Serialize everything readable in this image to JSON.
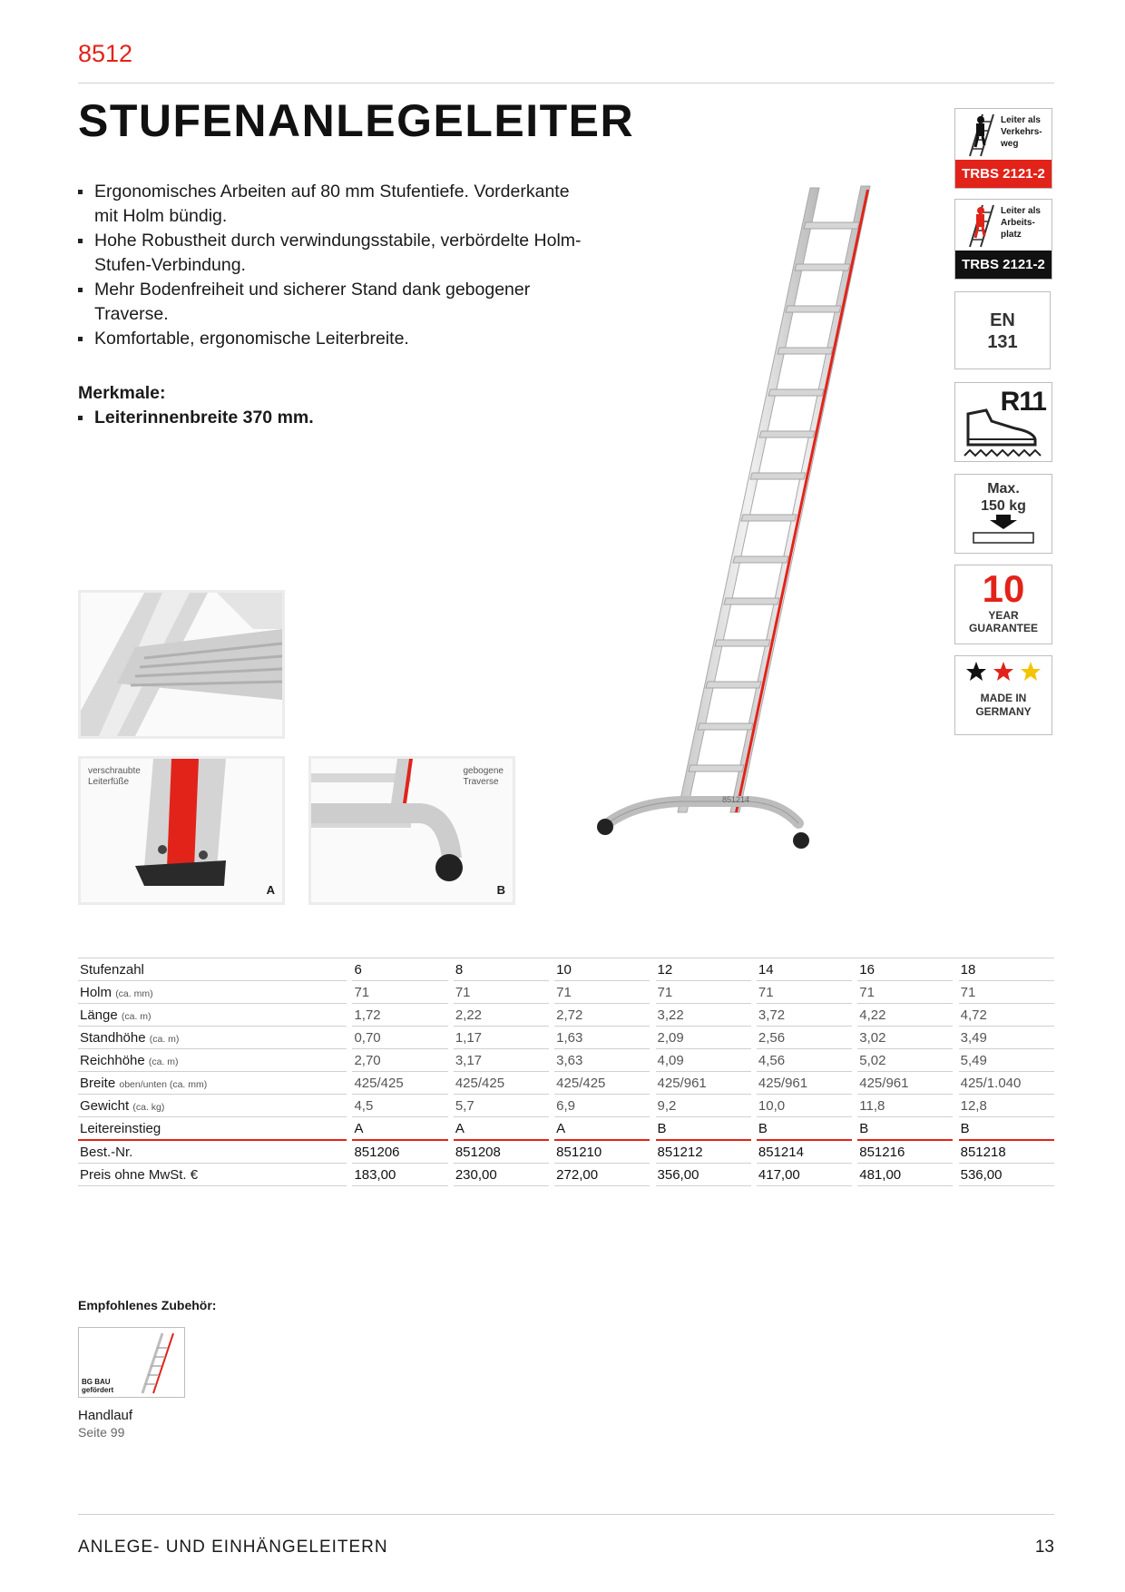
{
  "header": {
    "model": "8512",
    "title": "STUFENANLEGELEITER"
  },
  "features": [
    "Ergonomisches Arbeiten auf 80 mm Stufentiefe. Vorderkante mit Holm bündig.",
    "Hohe Robustheit durch verwindungsstabile, verbördelte Holm-Stufen-Verbindung.",
    "Mehr Bodenfreiheit und sicherer Stand dank gebogener Traverse.",
    "Komfortable, ergonomische Leiterbreite."
  ],
  "merkmale": {
    "heading": "Merkmale:",
    "items": [
      "Leiterinnenbreite 370 mm."
    ]
  },
  "photos": {
    "a_caption": "verschraubte\nLeiterfüße",
    "a_letter": "A",
    "b_caption": "gebogene\nTraverse",
    "b_letter": "B",
    "ladder_code": "851214"
  },
  "badges": {
    "trbs1_text": "Leiter als\nVerkehrs-\nweg",
    "trbs1_label": "TRBS 2121-2",
    "trbs2_text": "Leiter als\nArbeits-\nplatz",
    "trbs2_label": "TRBS 2121-2",
    "en_line1": "EN",
    "en_line2": "131",
    "r11": "R11",
    "max_line1": "Max.",
    "max_line2": "150 kg",
    "guarantee_num": "10",
    "guarantee_line1": "YEAR",
    "guarantee_line2": "GUARANTEE",
    "made_line1": "MADE IN",
    "made_line2": "GERMANY",
    "colors": {
      "red": "#e2231a",
      "black": "#111111",
      "gold": "#f5c400"
    }
  },
  "table": {
    "rows": [
      {
        "label": "Stufenzahl",
        "unit": "",
        "values": [
          "6",
          "8",
          "10",
          "12",
          "14",
          "16",
          "18"
        ]
      },
      {
        "label": "Holm",
        "unit": "(ca. mm)",
        "values": [
          "71",
          "71",
          "71",
          "71",
          "71",
          "71",
          "71"
        ]
      },
      {
        "label": "Länge",
        "unit": "(ca. m)",
        "values": [
          "1,72",
          "2,22",
          "2,72",
          "3,22",
          "3,72",
          "4,22",
          "4,72"
        ]
      },
      {
        "label": "Standhöhe",
        "unit": "(ca. m)",
        "values": [
          "0,70",
          "1,17",
          "1,63",
          "2,09",
          "2,56",
          "3,02",
          "3,49"
        ]
      },
      {
        "label": "Reichhöhe",
        "unit": "(ca. m)",
        "values": [
          "2,70",
          "3,17",
          "3,63",
          "4,09",
          "4,56",
          "5,02",
          "5,49"
        ]
      },
      {
        "label": "Breite",
        "unit": "oben/unten (ca. mm)",
        "values": [
          "425/425",
          "425/425",
          "425/425",
          "425/961",
          "425/961",
          "425/961",
          "425/1.040"
        ]
      },
      {
        "label": "Gewicht",
        "unit": "(ca. kg)",
        "values": [
          "4,5",
          "5,7",
          "6,9",
          "9,2",
          "10,0",
          "11,8",
          "12,8"
        ]
      },
      {
        "label": "Leitereinstieg",
        "unit": "",
        "values": [
          "A",
          "A",
          "A",
          "B",
          "B",
          "B",
          "B"
        ]
      },
      {
        "label": "Best.-Nr.",
        "unit": "",
        "values": [
          "851206",
          "851208",
          "851210",
          "851212",
          "851214",
          "851216",
          "851218"
        ]
      },
      {
        "label": "Preis ohne MwSt. €",
        "unit": "",
        "values": [
          "183,00",
          "230,00",
          "272,00",
          "356,00",
          "417,00",
          "481,00",
          "536,00"
        ]
      }
    ]
  },
  "accessory": {
    "heading": "Empfohlenes Zubehör:",
    "badge": "BG BAU\ngefördert",
    "name": "Handlauf",
    "page": "Seite 99"
  },
  "footer": {
    "section": "ANLEGE- UND EINHÄNGELEITERN",
    "page": "13"
  }
}
